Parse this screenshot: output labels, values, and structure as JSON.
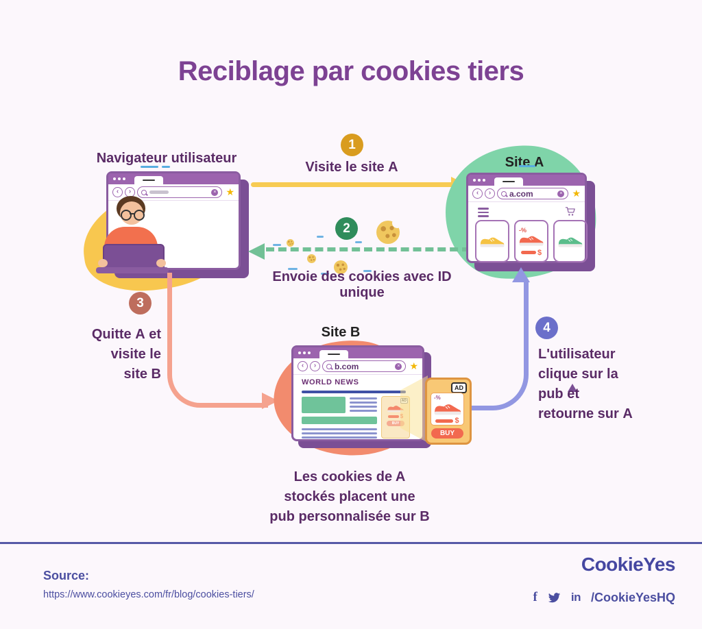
{
  "title": "Reciblage par cookies tiers",
  "user_browser": {
    "label": "Navigateur utilisateur"
  },
  "sites": {
    "a": {
      "label_prefix": "Site ",
      "label_bold": "A",
      "url": "a.com"
    },
    "b": {
      "label_prefix": "Site ",
      "label_bold": "B",
      "url": "b.com",
      "news_heading": "WORLD NEWS"
    }
  },
  "ad": {
    "badge": "AD",
    "discount": "-%",
    "currency": "$",
    "buy_label": "BUY"
  },
  "steps": [
    {
      "num": "1",
      "label_prefix": "Visite le site ",
      "label_bold": "A"
    },
    {
      "num": "2",
      "label": "Envoie des cookies avec ID unique"
    },
    {
      "num": "3",
      "line1_prefix": "Quitte ",
      "line1_bold": "A",
      "line1_suffix": " et",
      "line2": "visite le",
      "line3_prefix": "site ",
      "line3_bold": "B"
    },
    {
      "num": "4",
      "line1": "L'utilisateur",
      "line2": "clique sur la",
      "line3": "pub et",
      "line4_prefix": "retourne sur ",
      "line4_bold": "A"
    }
  ],
  "caption": {
    "line1": "Les cookies de A",
    "line2": "stockés placent une",
    "line3": "pub personnalisée sur B"
  },
  "footer": {
    "source_label": "Source:",
    "source_url": "https://www.cookieyes.com/fr/blog/cookies-tiers/",
    "logo": "CookieYes",
    "social_handle": "/CookieYesHQ"
  },
  "icons": {
    "back": "‹",
    "forward": "›",
    "close": "×",
    "star": "★",
    "facebook": "f",
    "linkedin": "in"
  },
  "colors": {
    "bg": "#FCF7FC",
    "title": "#7D4293",
    "text": "#5A2B66",
    "black": "#222222",
    "gold": "#D99C1F",
    "green": "#2F8C5B",
    "terracotta": "#BE6D5D",
    "periwinkle": "#6B6FCA",
    "arrow_yellow": "#F7CB53",
    "arrow_green": "#72C096",
    "arrow_salmon": "#F5A28E",
    "arrow_purple": "#9297E2",
    "browser_bar": "#9C64AE",
    "browser_border": "#8A5CA0",
    "browser_shadow": "#7B4F95",
    "blob_yellow": "#F8C74F",
    "blob_green": "#7FD4A9",
    "blob_salmon": "#F28B6E",
    "indigo": "#4B4EA0",
    "ad_bg": "#F8C875",
    "ad_border": "#DE9440",
    "buy_red": "#F2694F",
    "cookie": "#F0C75E",
    "cookie_dot": "#C8913B",
    "news_green": "#6FC39A",
    "news_blue": "#3F51A5",
    "line_blue": "#8B93CE",
    "shirt_orange": "#F2704E"
  }
}
